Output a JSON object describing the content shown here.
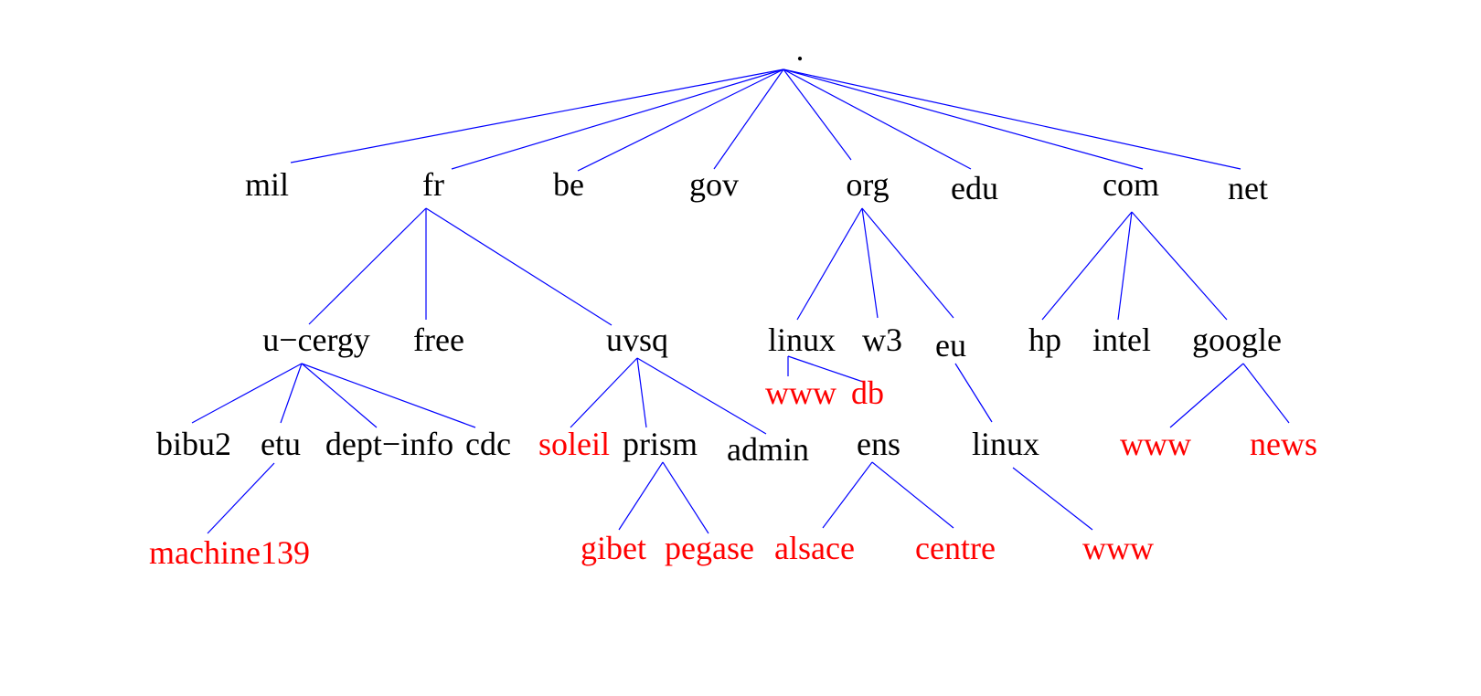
{
  "colors": {
    "edge": "#0000ff",
    "internal_label": "#000000",
    "leaf_label": "#ff0000"
  },
  "nodes": {
    "root": {
      "label": ".",
      "leaf": false
    },
    "mil": {
      "label": "mil",
      "leaf": false
    },
    "fr": {
      "label": "fr",
      "leaf": false
    },
    "be": {
      "label": "be",
      "leaf": false
    },
    "gov": {
      "label": "gov",
      "leaf": false
    },
    "org": {
      "label": "org",
      "leaf": false
    },
    "edu": {
      "label": "edu",
      "leaf": false
    },
    "com": {
      "label": "com",
      "leaf": false
    },
    "net": {
      "label": "net",
      "leaf": false
    },
    "ucergy": {
      "label": "u−cergy",
      "leaf": false
    },
    "free": {
      "label": "free",
      "leaf": false
    },
    "uvsq": {
      "label": "uvsq",
      "leaf": false
    },
    "linux_org": {
      "label": "linux",
      "leaf": false
    },
    "w3": {
      "label": "w3",
      "leaf": false
    },
    "eu": {
      "label": "eu",
      "leaf": false
    },
    "hp": {
      "label": "hp",
      "leaf": false
    },
    "intel": {
      "label": "intel",
      "leaf": false
    },
    "google": {
      "label": "google",
      "leaf": false
    },
    "www_linux": {
      "label": "www",
      "leaf": true
    },
    "db": {
      "label": "db",
      "leaf": true
    },
    "bibu2": {
      "label": "bibu2",
      "leaf": false
    },
    "etu": {
      "label": "etu",
      "leaf": false
    },
    "deptinfo": {
      "label": "dept−info",
      "leaf": false
    },
    "cdc": {
      "label": "cdc",
      "leaf": false
    },
    "soleil": {
      "label": "soleil",
      "leaf": true
    },
    "prism": {
      "label": "prism",
      "leaf": false
    },
    "admin": {
      "label": "admin",
      "leaf": false
    },
    "ens": {
      "label": "ens",
      "leaf": false
    },
    "linux_eu": {
      "label": "linux",
      "leaf": false
    },
    "www_google": {
      "label": "www",
      "leaf": true
    },
    "news": {
      "label": "news",
      "leaf": true
    },
    "machine139": {
      "label": "machine139",
      "leaf": true
    },
    "gibet": {
      "label": "gibet",
      "leaf": true
    },
    "pegase": {
      "label": "pegase",
      "leaf": true
    },
    "alsace": {
      "label": "alsace",
      "leaf": true
    },
    "centre": {
      "label": "centre",
      "leaf": true
    },
    "www_eu": {
      "label": "www",
      "leaf": true
    }
  },
  "edges": [
    [
      "root",
      "mil"
    ],
    [
      "root",
      "fr"
    ],
    [
      "root",
      "be"
    ],
    [
      "root",
      "gov"
    ],
    [
      "root",
      "org"
    ],
    [
      "root",
      "edu"
    ],
    [
      "root",
      "com"
    ],
    [
      "root",
      "net"
    ],
    [
      "fr",
      "ucergy"
    ],
    [
      "fr",
      "free"
    ],
    [
      "fr",
      "uvsq"
    ],
    [
      "org",
      "linux_org"
    ],
    [
      "org",
      "w3"
    ],
    [
      "org",
      "eu"
    ],
    [
      "com",
      "hp"
    ],
    [
      "com",
      "intel"
    ],
    [
      "com",
      "google"
    ],
    [
      "linux_org",
      "www_linux"
    ],
    [
      "linux_org",
      "db"
    ],
    [
      "ucergy",
      "bibu2"
    ],
    [
      "ucergy",
      "etu"
    ],
    [
      "ucergy",
      "deptinfo"
    ],
    [
      "ucergy",
      "cdc"
    ],
    [
      "uvsq",
      "soleil"
    ],
    [
      "uvsq",
      "prism"
    ],
    [
      "uvsq",
      "admin"
    ],
    [
      "eu",
      "linux_eu"
    ],
    [
      "google",
      "www_google"
    ],
    [
      "google",
      "news"
    ],
    [
      "etu",
      "machine139"
    ],
    [
      "prism",
      "gibet"
    ],
    [
      "prism",
      "pegase"
    ],
    [
      "ens",
      "alsace"
    ],
    [
      "ens",
      "centre"
    ],
    [
      "linux_eu",
      "www_eu"
    ]
  ]
}
